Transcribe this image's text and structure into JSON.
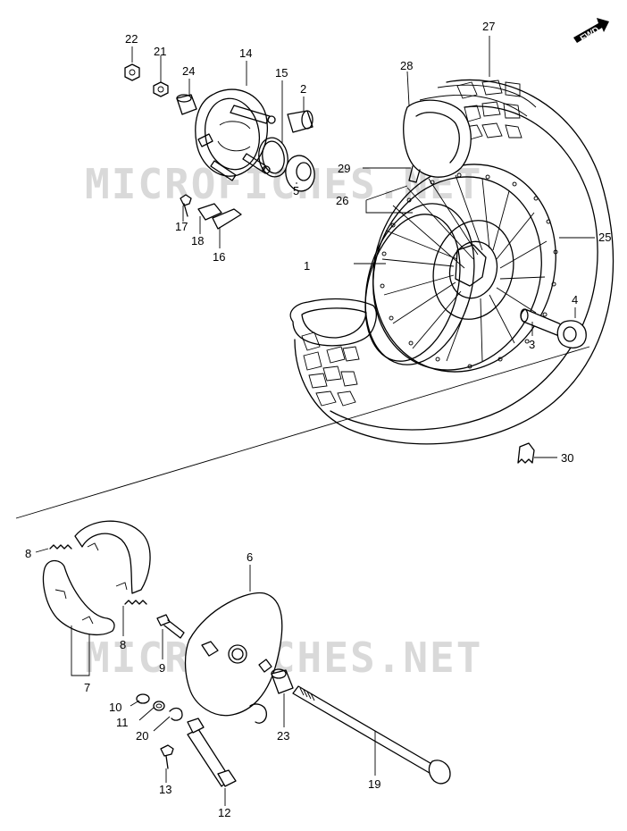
{
  "watermark": "MICROFICHES.NET",
  "fwd_label": "FWD",
  "labels": {
    "p1": "1",
    "p2": "2",
    "p3": "3",
    "p4": "4",
    "p5": "5",
    "p6": "6",
    "p7": "7",
    "p8a": "8",
    "p8b": "8",
    "p9": "9",
    "p10": "10",
    "p11": "11",
    "p12": "12",
    "p13": "13",
    "p14": "14",
    "p15": "15",
    "p16": "16",
    "p17": "17",
    "p18": "18",
    "p19": "19",
    "p20": "20",
    "p21": "21",
    "p22": "22",
    "p23": "23",
    "p24": "24",
    "p25": "25",
    "p26": "26",
    "p27": "27",
    "p28": "28",
    "p29": "29",
    "p30": "30"
  }
}
